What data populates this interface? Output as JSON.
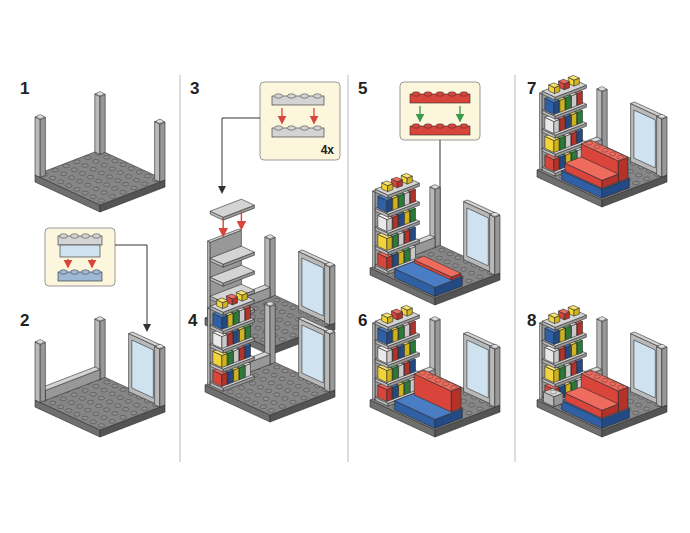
{
  "diagram": {
    "nodes": [
      {
        "text": [
          "4x"
        ]
      }
    ],
    "labels": [
      "1",
      "3",
      "5",
      "7",
      "2",
      "4",
      "6",
      "8"
    ]
  }
}
